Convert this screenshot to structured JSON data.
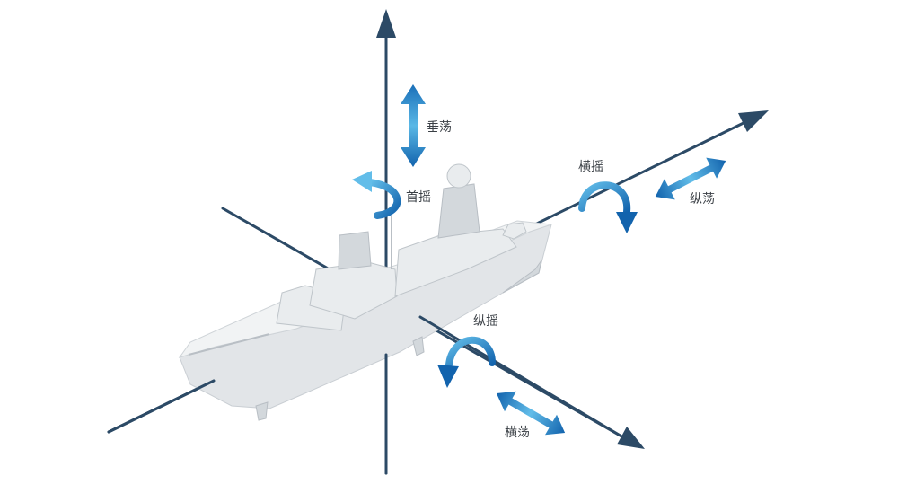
{
  "labels": {
    "heave": "垂荡",
    "yaw": "首摇",
    "roll": "横摇",
    "surge": "纵荡",
    "pitch": "纵摇",
    "sway": "横荡"
  },
  "colors": {
    "axis": "#2c4a66",
    "arrow_light": "#62bde9",
    "arrow_dark": "#1263ad",
    "ship": "#e4e6e8"
  }
}
